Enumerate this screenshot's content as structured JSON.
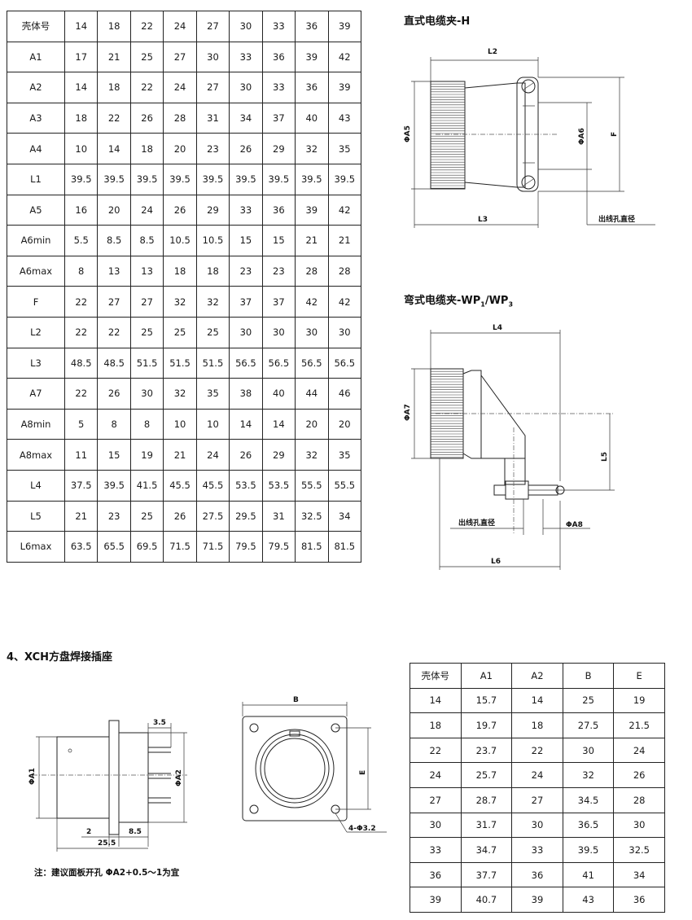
{
  "table1": {
    "rows": [
      [
        "壳体号",
        "14",
        "18",
        "22",
        "24",
        "27",
        "30",
        "33",
        "36",
        "39"
      ],
      [
        "A1",
        "17",
        "21",
        "25",
        "27",
        "30",
        "33",
        "36",
        "39",
        "42"
      ],
      [
        "A2",
        "14",
        "18",
        "22",
        "24",
        "27",
        "30",
        "33",
        "36",
        "39"
      ],
      [
        "A3",
        "18",
        "22",
        "26",
        "28",
        "31",
        "34",
        "37",
        "40",
        "43"
      ],
      [
        "A4",
        "10",
        "14",
        "18",
        "20",
        "23",
        "26",
        "29",
        "32",
        "35"
      ],
      [
        "L1",
        "39.5",
        "39.5",
        "39.5",
        "39.5",
        "39.5",
        "39.5",
        "39.5",
        "39.5",
        "39.5"
      ],
      [
        "A5",
        "16",
        "20",
        "24",
        "26",
        "29",
        "33",
        "36",
        "39",
        "42"
      ],
      [
        "A6min",
        "5.5",
        "8.5",
        "8.5",
        "10.5",
        "10.5",
        "15",
        "15",
        "21",
        "21"
      ],
      [
        "A6max",
        "8",
        "13",
        "13",
        "18",
        "18",
        "23",
        "23",
        "28",
        "28"
      ],
      [
        "F",
        "22",
        "27",
        "27",
        "32",
        "32",
        "37",
        "37",
        "42",
        "42"
      ],
      [
        "L2",
        "22",
        "22",
        "25",
        "25",
        "25",
        "30",
        "30",
        "30",
        "30"
      ],
      [
        "L3",
        "48.5",
        "48.5",
        "51.5",
        "51.5",
        "51.5",
        "56.5",
        "56.5",
        "56.5",
        "56.5"
      ],
      [
        "A7",
        "22",
        "26",
        "30",
        "32",
        "35",
        "38",
        "40",
        "44",
        "46"
      ],
      [
        "A8min",
        "5",
        "8",
        "8",
        "10",
        "10",
        "14",
        "14",
        "20",
        "20"
      ],
      [
        "A8max",
        "11",
        "15",
        "19",
        "21",
        "24",
        "26",
        "29",
        "32",
        "35"
      ],
      [
        "L4",
        "37.5",
        "39.5",
        "41.5",
        "45.5",
        "45.5",
        "53.5",
        "53.5",
        "55.5",
        "55.5"
      ],
      [
        "L5",
        "21",
        "23",
        "25",
        "26",
        "27.5",
        "29.5",
        "31",
        "32.5",
        "34"
      ],
      [
        "L6max",
        "63.5",
        "65.5",
        "69.5",
        "71.5",
        "71.5",
        "79.5",
        "79.5",
        "81.5",
        "81.5"
      ]
    ]
  },
  "straight_clamp": {
    "title": "直式电缆夹-H",
    "dims": {
      "l2": "L2",
      "l3": "L3",
      "a5": "ΦA5",
      "a6": "ΦA6",
      "f": "F",
      "outlet": "出线孔直径"
    }
  },
  "bent_clamp": {
    "title_main": "弯式电缆夹-WP",
    "sub1": "1",
    "slash": "/WP",
    "sub2": "3",
    "dims": {
      "l4": "L4",
      "a7": "ΦA7",
      "l5": "L5",
      "outlet": "出线孔直径",
      "a8": "ΦA8",
      "l6": "L6"
    }
  },
  "section4": {
    "title": "4、XCH方盘焊接插座",
    "side_dims": {
      "d35": "3.5",
      "a1": "ΦA1",
      "a2": "ΦA2",
      "d2": "2",
      "d85": "8.5",
      "d255": "25.5"
    },
    "front_dims": {
      "b": "B",
      "e": "E",
      "holes": "4-Φ3.2"
    },
    "note": "注：建议面板开孔 ΦA2+0.5～1为宜"
  },
  "table2": {
    "rows": [
      [
        "壳体号",
        "A1",
        "A2",
        "B",
        "E"
      ],
      [
        "14",
        "15.7",
        "14",
        "25",
        "19"
      ],
      [
        "18",
        "19.7",
        "18",
        "27.5",
        "21.5"
      ],
      [
        "22",
        "23.7",
        "22",
        "30",
        "24"
      ],
      [
        "24",
        "25.7",
        "24",
        "32",
        "26"
      ],
      [
        "27",
        "28.7",
        "27",
        "34.5",
        "28"
      ],
      [
        "30",
        "31.7",
        "30",
        "36.5",
        "30"
      ],
      [
        "33",
        "34.7",
        "33",
        "39.5",
        "32.5"
      ],
      [
        "36",
        "37.7",
        "36",
        "41",
        "34"
      ],
      [
        "39",
        "40.7",
        "39",
        "43",
        "36"
      ]
    ]
  }
}
